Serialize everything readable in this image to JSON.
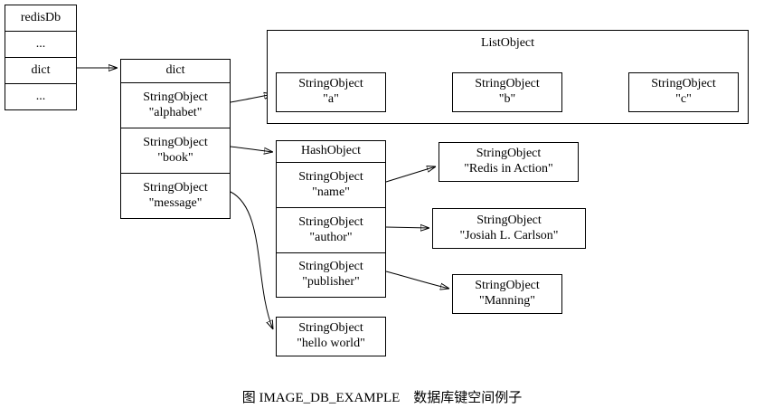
{
  "caption": "图 IMAGE_DB_EXAMPLE    数据库键空间例子",
  "redisdb": {
    "rows": [
      "redisDb",
      "...",
      "dict",
      "..."
    ]
  },
  "dict": {
    "header": "dict",
    "rows": [
      {
        "type": "StringObject",
        "value": "\"alphabet\""
      },
      {
        "type": "StringObject",
        "value": "\"book\""
      },
      {
        "type": "StringObject",
        "value": "\"message\""
      }
    ]
  },
  "list": {
    "title": "ListObject",
    "items": [
      {
        "type": "StringObject",
        "value": "\"a\""
      },
      {
        "type": "StringObject",
        "value": "\"b\""
      },
      {
        "type": "StringObject",
        "value": "\"c\""
      }
    ]
  },
  "hash": {
    "header": "HashObject",
    "rows": [
      {
        "type": "StringObject",
        "value": "\"name\""
      },
      {
        "type": "StringObject",
        "value": "\"author\""
      },
      {
        "type": "StringObject",
        "value": "\"publisher\""
      }
    ]
  },
  "values": {
    "redis_in_action": {
      "type": "StringObject",
      "value": "\"Redis in Action\""
    },
    "josiah": {
      "type": "StringObject",
      "value": "\"Josiah L. Carlson\""
    },
    "manning": {
      "type": "StringObject",
      "value": "\"Manning\""
    },
    "hello_world": {
      "type": "StringObject",
      "value": "\"hello world\""
    }
  },
  "colors": {
    "line": "#000000",
    "background": "#ffffff"
  }
}
